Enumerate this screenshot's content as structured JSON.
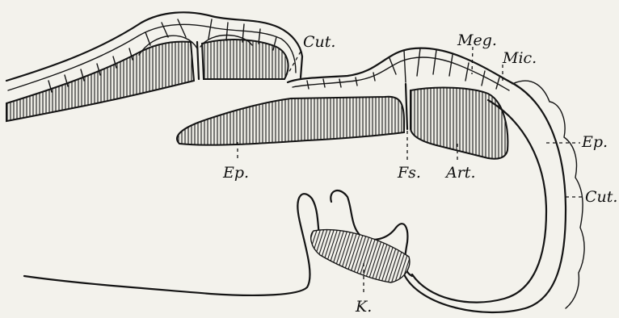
{
  "labels": {
    "cut_upper": "Cut.",
    "meg": "Meg.",
    "mic": "Mic.",
    "ep_right": "Ep.",
    "ep_bottom": "Ep.",
    "fs": "Fs.",
    "art": "Art.",
    "cut_right": "Cut.",
    "k": "K."
  }
}
